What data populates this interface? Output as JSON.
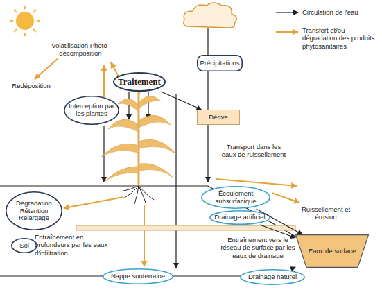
{
  "diagram": {
    "nodes": [
      {
        "text": [
          "Traitement"
        ]
      },
      {
        "text": [
          "Interception par les plantes"
        ]
      },
      {
        "text": [
          "Précipitations"
        ]
      },
      {
        "text": [
          "Dérive"
        ]
      },
      {
        "text": [
          "Dégradation Rétention Relargage"
        ]
      },
      {
        "text": [
          "Sol"
        ]
      },
      {
        "text": [
          "Écoulement subsurfacique"
        ]
      },
      {
        "text": [
          "Drainage artificiel"
        ]
      },
      {
        "text": [
          "Nappe souterraine"
        ]
      },
      {
        "text": [
          "Drainage naturel"
        ]
      },
      {
        "text": [
          "Eaux de surface"
        ]
      }
    ],
    "edges": [
      {
        "from": 0,
        "to": 3,
        "arrow": "to"
      },
      {
        "from": 6,
        "to": 10,
        "arrow": "to"
      },
      {
        "from": 7,
        "to": 10,
        "arrow": "to"
      },
      {
        "from": 9,
        "to": 10,
        "arrow": "to"
      }
    ],
    "labels": [
      "Volatilisation Photo-décomposition",
      "Redéposition",
      "Transport dans les eaux de ruissellement",
      "Ruissellement et érosion",
      "Entraînement en profondeurs par les eaux d'infiltration",
      "Entraînement vers le réseau de surface par les eaux de drainage"
    ],
    "legend": [
      {
        "text": "Circulation de l'eau"
      },
      {
        "text": "Transfert et/ou dégradation des produits phytosanitaires"
      }
    ]
  }
}
